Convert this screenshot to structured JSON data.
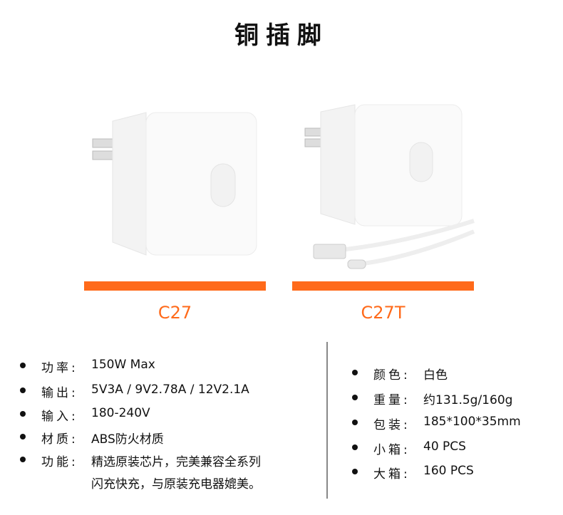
{
  "title": "铜插脚",
  "products": [
    {
      "model": "C27"
    },
    {
      "model": "C27T"
    }
  ],
  "accent_color": "#ff6a1a",
  "specs_left": [
    {
      "label": "功率:",
      "value": "150W Max"
    },
    {
      "label": "输出:",
      "value": "5V3A / 9V2.78A / 12V2.1A"
    },
    {
      "label": "输入:",
      "value": "180-240V"
    },
    {
      "label": "材质:",
      "value": "ABS防火材质"
    },
    {
      "label": "功能:",
      "value": "精选原装芯片，完美兼容全系列",
      "value2": "闪充快充，与原装充电器媲美。"
    }
  ],
  "specs_right": [
    {
      "label": "颜色:",
      "value": "白色"
    },
    {
      "label": "重量:",
      "value": "约131.5g/160g"
    },
    {
      "label": "包装:",
      "value": "185*100*35mm"
    },
    {
      "label": "小箱:",
      "value": " 40 PCS"
    },
    {
      "label": "大箱:",
      "value": " 160 PCS"
    }
  ]
}
